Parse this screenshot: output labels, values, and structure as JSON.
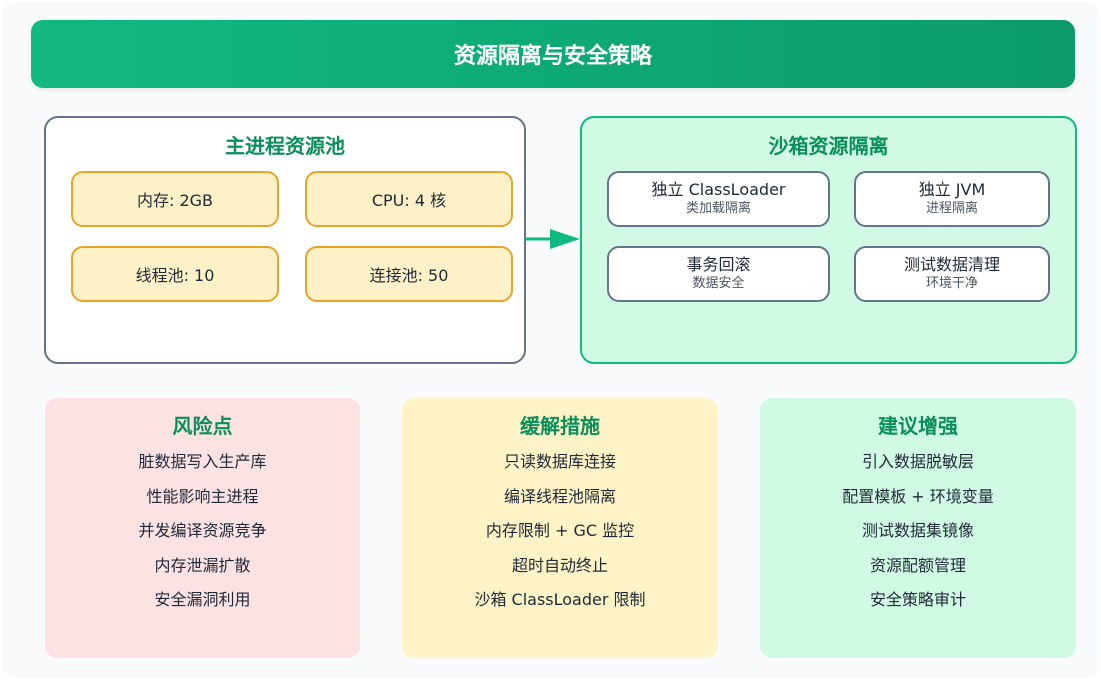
{
  "header": {
    "title": "资源隔离与安全策略"
  },
  "main_pool": {
    "title": "主进程资源池",
    "resources": [
      "内存: 2GB",
      "CPU: 4 核",
      "线程池: 10",
      "连接池: 50"
    ]
  },
  "sandbox": {
    "title": "沙箱资源隔离",
    "items": [
      {
        "title": "独立 ClassLoader",
        "subtitle": "类加载隔离"
      },
      {
        "title": "独立 JVM",
        "subtitle": "进程隔离"
      },
      {
        "title": "事务回滚",
        "subtitle": "数据安全"
      },
      {
        "title": "测试数据清理",
        "subtitle": "环境干净"
      }
    ]
  },
  "cards": {
    "risks": {
      "title": "风险点",
      "items": [
        "脏数据写入生产库",
        "性能影响主进程",
        "并发编译资源竞争",
        "内存泄漏扩散",
        "安全漏洞利用"
      ]
    },
    "mitigations": {
      "title": "缓解措施",
      "items": [
        "只读数据库连接",
        "编译线程池隔离",
        "内存限制 + GC 监控",
        "超时自动终止",
        "沙箱 ClassLoader 限制"
      ]
    },
    "enhancements": {
      "title": "建议增强",
      "items": [
        "引入数据脱敏层",
        "配置模板 + 环境变量",
        "测试数据集镜像",
        "资源配额管理",
        "安全策略审计"
      ]
    }
  },
  "colors": {
    "accent": "#10b981",
    "title_text": "#0a8f5b",
    "resource_border": "#e6a52a",
    "resource_fill": "#fff1c7",
    "risk_fill": "#fde2e4",
    "mitigation_fill": "#fef3c7",
    "enhancement_fill": "#d1fae5"
  }
}
